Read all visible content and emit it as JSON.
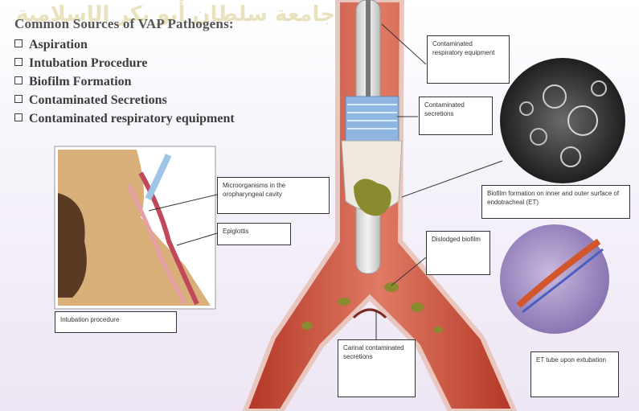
{
  "heading": "Common Sources of VAP Pathogens:",
  "sources": [
    "Aspiration",
    "Intubation Procedure",
    "Biofilm Formation",
    "Contaminated Secretions",
    "Contaminated respiratory equipment"
  ],
  "watermark": "جامعة سلطان أبو بكر الإسلامية",
  "callouts": {
    "contaminated_equipment": "Contaminated respiratory equipment",
    "contaminated_secretions": "Contaminated secretions",
    "microorganisms": "Microorganisms in the oropharyngeal cavity",
    "epiglottis": "Epiglottis",
    "biofilm_formation": "Biofilm formation on inner and outer surface of endotracheal (ET)",
    "dislodged_biofilm": "Dislodged biofilm",
    "intubation_procedure": "Intubation procedure",
    "carinal_secretions": "Carinal contaminated secretions",
    "et_tube_extubation": "ET tube upon extubation"
  },
  "colors": {
    "trachea": "#c24030",
    "mucosa": "#e8b4a8",
    "cuff": "#8fb6e0",
    "secretions": "#8a8a2e",
    "skin": "#d9b07a"
  }
}
